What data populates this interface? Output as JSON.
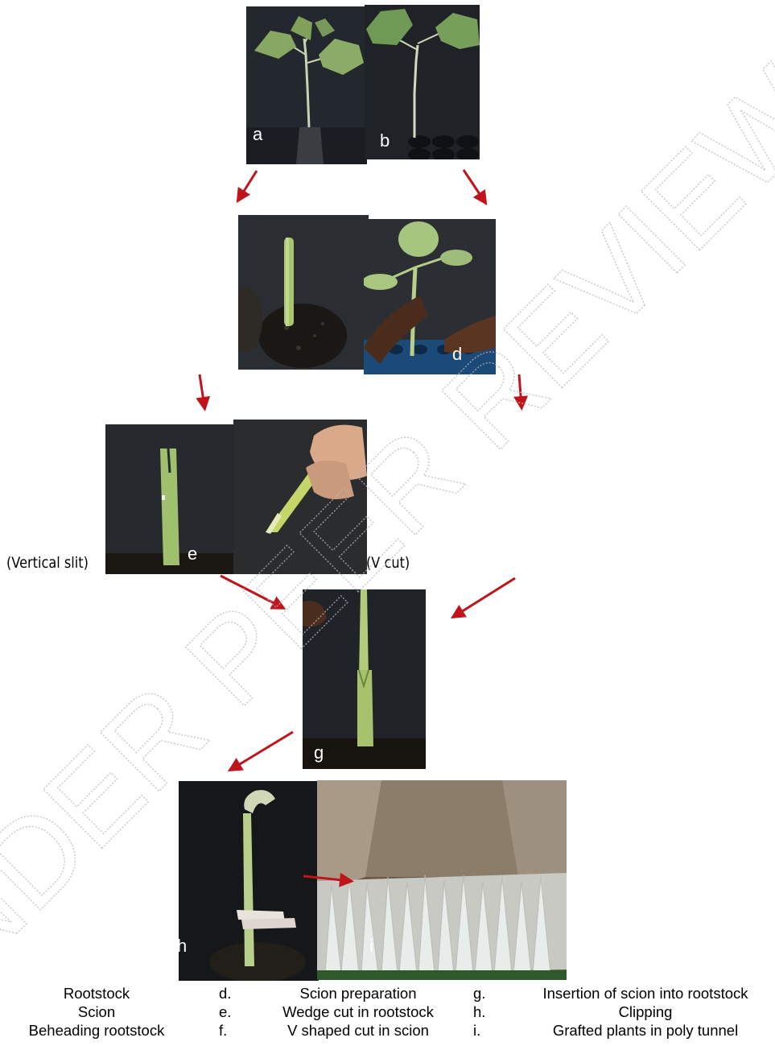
{
  "panels": {
    "a": "a",
    "b": "b",
    "d": "d",
    "e": "e",
    "g": "g",
    "h": "h",
    "i": "i"
  },
  "side_labels": {
    "vertical_slit": "(Vertical slit)",
    "v_cut": "(V cut)"
  },
  "watermark": "UNDER PEER REVIEW",
  "legend": [
    {
      "left": "Rootstock",
      "mid_letter": "d.",
      "mid": "Scion preparation",
      "right_letter": "g.",
      "right": "Insertion of scion into rootstock"
    },
    {
      "left": "Scion",
      "mid_letter": "e.",
      "mid": "Wedge cut in rootstock",
      "right_letter": "h.",
      "right": "Clipping"
    },
    {
      "left": "Beheading rootstock",
      "mid_letter": "f.",
      "mid": "V shaped cut in scion",
      "right_letter": "i.",
      "right": "Grafted plants in poly tunnel"
    }
  ],
  "colors": {
    "arrow": "#c0141c",
    "photo_dark": "#1c1f24",
    "leaf": "#7f9e5c",
    "stem": "#b9cf8c"
  }
}
